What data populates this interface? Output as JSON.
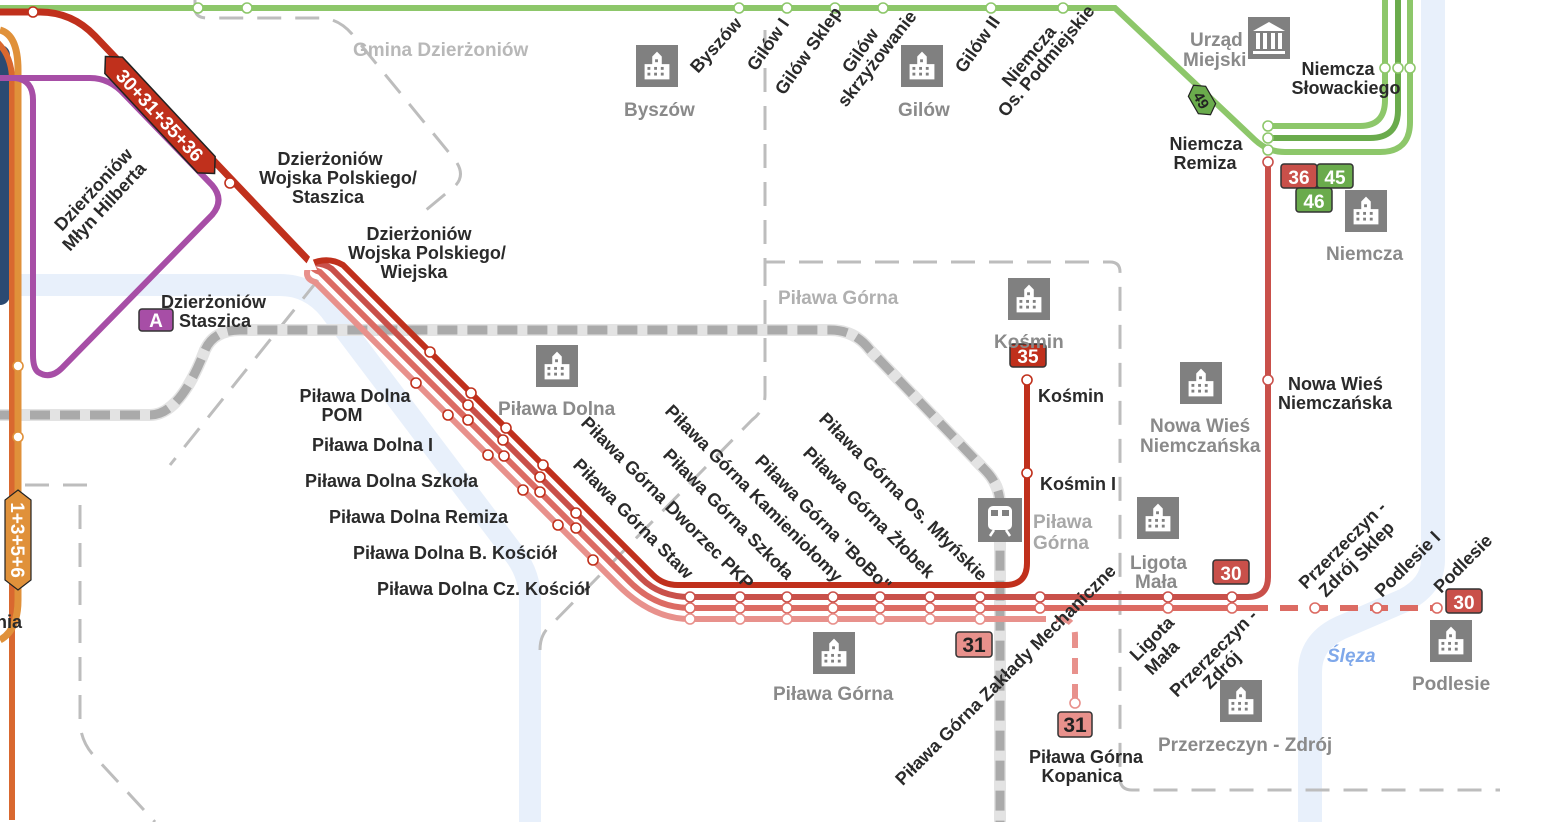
{
  "colors": {
    "green_line": "#8dc76a",
    "green_dark": "#6aab4c",
    "red_35": "#c0301c",
    "red_30": "#c9504a",
    "red_30_branch": "#dc6b63",
    "red_31": "#e8918c",
    "purple": "#a74ea6",
    "orange": "#e0913a",
    "navy": "#2b4a72",
    "river": "#e8f0fb",
    "town_gray": "#808080"
  },
  "badges": {
    "trunk": "30+31+35+36",
    "l35": "35",
    "l36": "36",
    "l45": "45",
    "l46": "46",
    "l30_ligota": "30",
    "l31_mech": "31",
    "l31_kopanica": "31",
    "l30_podlesie": "30",
    "l49": "49",
    "orange_trunk": "1+3+5+6",
    "station_a": "A"
  },
  "stations": {
    "mlyn_hilberta": [
      "Dzierżoniów",
      "Młyn Hilberta"
    ],
    "wp_staszica": [
      "Dzierżoniów",
      "Wojska Polskiego/",
      "Staszica"
    ],
    "wp_wiejska": [
      "Dzierżoniów",
      "Wojska Polskiego/",
      "Wiejska"
    ],
    "staszica": [
      "Dzierżoniów",
      "Staszica"
    ],
    "pd_pom": [
      "Piława Dolna",
      "POM"
    ],
    "pd_1": "Piława Dolna I",
    "pd_szkola": "Piława Dolna Szkoła",
    "pd_remiza": "Piława Dolna Remiza",
    "pd_b_kosciol": "Piława Dolna B. Kościół",
    "pd_cz_kosciol": "Piława Dolna Cz. Kościół",
    "pg_staw": "Piława Górna Staw",
    "pg_dworzec": "Piława Górna Dworzec PKP",
    "pg_szkola": "Piława Górna Szkoła",
    "pg_kamienio": "Piława Górna Kamieniołomy",
    "pg_bobo": "Piława Górna \"BoBo\"",
    "pg_zlobek": "Piława Górna Żłobek",
    "pg_mlynskie": "Piława Górna Os. Młyńskie",
    "pg_zaklady": "Piława Górna Zakłady Mechaniczne",
    "pg_kopanica": [
      "Piława Górna",
      "Kopanica"
    ],
    "kosmin": "Kośmin",
    "kosmin_1": "Kośmin I",
    "ligota": [
      "Ligota",
      "Mała"
    ],
    "przerzeczyn": [
      "Przerzeczyn -",
      "Zdrój"
    ],
    "przerzeczyn_sklep": [
      "Przerzeczyn -",
      "Zdrój Sklep"
    ],
    "podlesie_1": "Podlesie I",
    "podlesie": "Podlesie",
    "nowa_wies": [
      "Nowa Wieś",
      "Niemczańska"
    ],
    "niemcza_remiza": [
      "Niemcza",
      "Remiza"
    ],
    "niemcza_slowackiego": [
      "Niemcza",
      "Słowackiego"
    ],
    "byszow": "Byszów",
    "gilow_1": "Gilów I",
    "gilow_sklep": "Gilów Sklep",
    "gilow_skrzyz": [
      "Gilów",
      "skrzyżowanie"
    ],
    "gilow_2": "Gilów II",
    "niemcza_podmiejskie": [
      "Niemcza",
      "Os. Podmiejskie"
    ],
    "cut_left": "nia"
  },
  "towns": {
    "gmina": "Gmina Dzierżoniów",
    "byszow": "Byszów",
    "gilow": "Gilów",
    "urzad": [
      "Urząd",
      "Miejski"
    ],
    "niemcza": "Niemcza",
    "pilawa_gorna_area": "Piława Górna",
    "kosmin": "Kośmin",
    "pilawa_dolna": "Piława Dolna",
    "nowa_wies": [
      "Nowa Wieś",
      "Niemczańska"
    ],
    "pilawa_gorna_station": [
      "Piława",
      "Górna"
    ],
    "ligota": [
      "Ligota",
      "Mała"
    ],
    "pilawa_gorna": "Piława Górna",
    "przerzeczyn": "Przerzeczyn - Zdrój",
    "podlesie": "Podlesie"
  },
  "river": "Ślęza"
}
